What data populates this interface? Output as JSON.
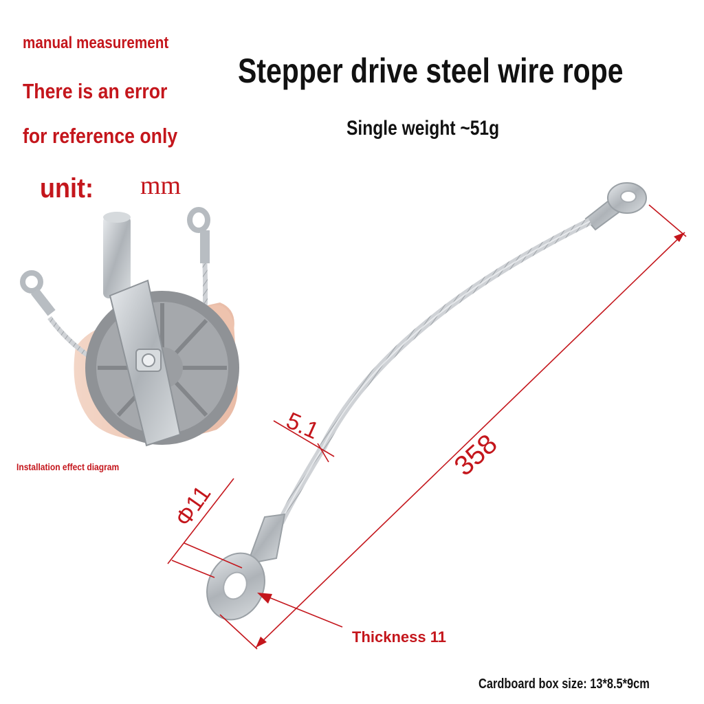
{
  "notes": {
    "line1": "manual measurement",
    "line2": "There is an error",
    "line3": "for reference only",
    "unit_label": "unit:",
    "unit_value": "mm"
  },
  "title": "Stepper drive steel wire rope",
  "subtitle": "Single weight ~51g",
  "inset_caption": "Installation effect diagram",
  "dimensions": {
    "diameter": "Φ11",
    "wire": "5.1",
    "length": "358",
    "thickness": "Thickness 11"
  },
  "box_size": "Cardboard box size: 13*8.5*9cm",
  "colors": {
    "accent_red": "#c4161c",
    "text": "#111111",
    "wire": "#c9ccd0",
    "pulley": "#8d9094",
    "metal": "#b7bcc1"
  }
}
